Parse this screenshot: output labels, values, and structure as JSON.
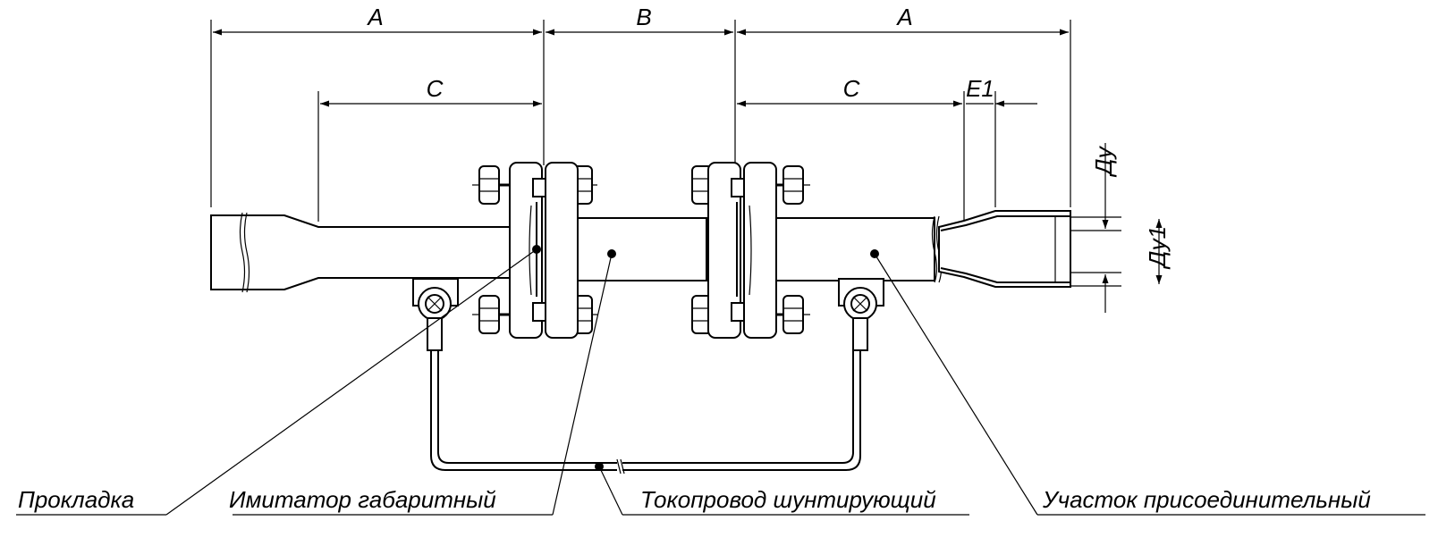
{
  "dimensions": {
    "a_left": "A",
    "b": "B",
    "a_right": "A",
    "c_left": "C",
    "c_right": "C",
    "e1": "E1",
    "du": "Ду",
    "du1": "Ду1"
  },
  "labels": {
    "gasket": "Прокладка",
    "simulator": "Имитатор габаритный",
    "shunt": "Токопровод шунтирующий",
    "section": "Участок присоединительный"
  }
}
